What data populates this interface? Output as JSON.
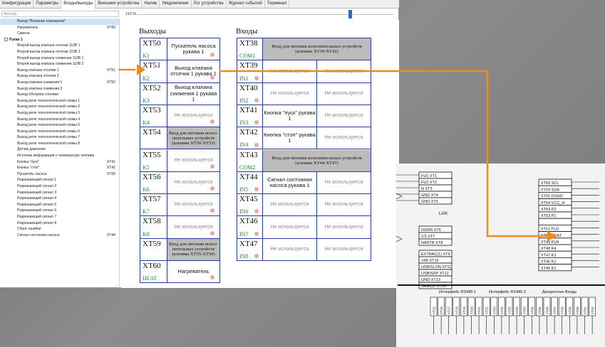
{
  "tabs": [
    "Конфигурация",
    "Параметры",
    "Входы/выходы",
    "Внешние устройства",
    "Налив",
    "Уведомления",
    "Лог устройства",
    "Журнал событий",
    "Терминал"
  ],
  "active_tab": 2,
  "filter_placeholder": "Фильтр",
  "tree": [
    {
      "label": "Выход \"Внешнее освещение\"",
      "pin": "",
      "sel": true
    },
    {
      "label": "Нагреватель",
      "pin": "XT60"
    },
    {
      "label": "Сирена",
      "pin": ""
    },
    {
      "label": "Рукав 1",
      "pin": "",
      "group": true
    },
    {
      "label": "Второй выход клапана отсечки 110В 1",
      "pin": ""
    },
    {
      "label": "Второй выход клапана отсечки 110В 2",
      "pin": ""
    },
    {
      "label": "Второй выход клапана снижения 110В 1",
      "pin": ""
    },
    {
      "label": "Второй выход клапана снижения 110В 2",
      "pin": ""
    },
    {
      "label": "Выход клапана отсечки 1",
      "pin": "XT51"
    },
    {
      "label": "Выход клапана отсечки 2",
      "pin": ""
    },
    {
      "label": "Выход клапана снижения 1",
      "pin": "XT52"
    },
    {
      "label": "Выход клапана снижения 2",
      "pin": ""
    },
    {
      "label": "Выход обогрева топлива",
      "pin": ""
    },
    {
      "label": "Выход реле технологической схемы 1",
      "pin": ""
    },
    {
      "label": "Выход реле технологической схемы 2",
      "pin": ""
    },
    {
      "label": "Выход реле технологической схемы 3",
      "pin": ""
    },
    {
      "label": "Выход реле технологической схемы 4",
      "pin": ""
    },
    {
      "label": "Выход реле технологической схемы 5",
      "pin": ""
    },
    {
      "label": "Выход реле технологической схемы 6",
      "pin": ""
    },
    {
      "label": "Выход реле технологической схемы 7",
      "pin": ""
    },
    {
      "label": "Выход реле технологической схемы 8",
      "pin": ""
    },
    {
      "label": "Датчик давления",
      "pin": ""
    },
    {
      "label": "Источник информации о температуре топлива",
      "pin": ""
    },
    {
      "label": "Кнопка \"пуск\"",
      "pin": "XT41"
    },
    {
      "label": "Кнопка \"стоп\"",
      "pin": "XT42"
    },
    {
      "label": "Пускатель насоса",
      "pin": "XT50"
    },
    {
      "label": "Разрешающий сигнал 1",
      "pin": ""
    },
    {
      "label": "Разрешающий сигнал 2",
      "pin": ""
    },
    {
      "label": "Разрешающий сигнал 3",
      "pin": ""
    },
    {
      "label": "Разрешающий сигнал 4",
      "pin": ""
    },
    {
      "label": "Разрешающий сигнал 5",
      "pin": ""
    },
    {
      "label": "Разрешающий сигнал 6",
      "pin": ""
    },
    {
      "label": "Разрешающий сигнал 7",
      "pin": ""
    },
    {
      "label": "Разрешающий сигнал 8",
      "pin": ""
    },
    {
      "label": "Сброс ошибки",
      "pin": ""
    },
    {
      "label": "Сигнал состояния насоса",
      "pin": "XT44"
    }
  ],
  "zoom": "113 %",
  "outputs_title": "Выходы",
  "inputs_title": "Входы",
  "outputs": [
    {
      "pin": "XT50",
      "ch": "K1",
      "desc": "Пускатель насоса рукава 1",
      "led": true
    },
    {
      "pin": "XT51",
      "ch": "K2",
      "desc": "Выход клапана отсечки 1 рукава 1",
      "led": true
    },
    {
      "pin": "XT52",
      "ch": "K3",
      "desc": "Выход клапана снижения 1 рукава 1",
      "led": false
    },
    {
      "pin": "XT53",
      "ch": "K4",
      "desc": "Не используется",
      "led": true,
      "gray": true
    },
    {
      "pin": "XT54",
      "ch": "",
      "desc": "Вход для питания испол-нительных устройств (клеммы XT50-XT53)",
      "shade": true
    },
    {
      "pin": "XT55",
      "ch": "K5",
      "desc": "Не используется",
      "led": true,
      "gray": true
    },
    {
      "pin": "XT56",
      "ch": "K6",
      "desc": "Не используется",
      "led": true,
      "gray": true
    },
    {
      "pin": "XT57",
      "ch": "K7",
      "desc": "Не используется",
      "led": true,
      "gray": true
    },
    {
      "pin": "XT58",
      "ch": "K8",
      "desc": "Не используется",
      "led": true,
      "gray": true
    },
    {
      "pin": "XT59",
      "ch": "",
      "desc": "Вход для питания испол-нительных устройств (клеммы XT55-XT58)",
      "shade": true
    },
    {
      "pin": "XT60",
      "ch": "HEAT",
      "desc": "Нагреватель",
      "led": true
    }
  ],
  "inputs": [
    {
      "pin": "XT38",
      "ch": "COM1",
      "desc": "Вход для питания исполнительных устройств (клеммы XT39-XT42)",
      "shade": true
    },
    {
      "pin": "XT39",
      "ch": "IN1",
      "d1": "Не используется",
      "d2": "Не используется",
      "led": true
    },
    {
      "pin": "XT40",
      "ch": "IN2",
      "d1": "Не используется",
      "d2": "Не используется",
      "led": true
    },
    {
      "pin": "XT41",
      "ch": "IN3",
      "d1": "Кнопка \"пуск\" рукава 1",
      "d2": "Не используется",
      "led": true
    },
    {
      "pin": "XT42",
      "ch": "IN4",
      "d1": "Кнопка \"стоп\" рукава 1",
      "d2": "Не используется",
      "led": true
    },
    {
      "pin": "XT43",
      "ch": "COM2",
      "desc": "Вход для питания исполнительных устройств (клеммы XT44-XT47)",
      "shade": true
    },
    {
      "pin": "XT44",
      "ch": "IN5",
      "d1": "Сигнал состояния насоса рукава 1",
      "d2": "Не используется",
      "led": true
    },
    {
      "pin": "XT45",
      "ch": "IN6",
      "d1": "Не используется",
      "d2": "Не используется",
      "led": true
    },
    {
      "pin": "XT46",
      "ch": "IN7",
      "d1": "Не используется",
      "d2": "Не используется",
      "led": true
    },
    {
      "pin": "XT47",
      "ch": "IN8",
      "d1": "Не используется",
      "d2": "Не используется",
      "led": true
    }
  ],
  "schematic": {
    "left_block": [
      "FU1 XT1",
      "FU2 XT2",
      "N XT3",
      "GND XT4",
      "GND XT5"
    ],
    "left_block2": [
      "DGDN XT6",
      "1/2 XT7",
      "NASTR XT8"
    ],
    "left_block3": [
      "EXTRAC(1) XT9",
      "+5B XT10",
      "USB/SLON XT11",
      "USB/SDP XT12",
      "GND XT13",
      "SHIELD XT14"
    ],
    "right_block": [
      "XT60 SCL",
      "XT59 SDA",
      "XT55 DGND",
      "XT54 VCC_H",
      "XT53 P2",
      "XT52 P1",
      "",
      "XT51 FU3",
      "XT50 HEAT",
      "XT49 FU4",
      "XT48 K4",
      "XT47 K3",
      "XT46 K2",
      "XT45 K1"
    ],
    "lan": "LAN",
    "ne1": "Не",
    "ne2": "Не",
    "rs485_1": "Интерфейс RS485-1",
    "rs485_2": "Интерфейс RS485-2",
    "discrete": "Дискретные Входы",
    "pins_bottom": [
      "XT15",
      "XT16",
      "XT17",
      "XT18",
      "XT19",
      "XT20",
      "XT21",
      "XT22",
      "XT23",
      "XT24",
      "XT25",
      "XT26",
      "XT33",
      "XT34",
      "XT35",
      "XT36",
      "XT37",
      "XT38",
      "XT39",
      "XT40",
      "XT41",
      "XT42"
    ]
  },
  "colors": {
    "accent": "#f08a1c",
    "grid": "#283c9e",
    "ch": "#1a8a3a",
    "led": "#e7a7a3",
    "shade": "#bcbcbc"
  }
}
